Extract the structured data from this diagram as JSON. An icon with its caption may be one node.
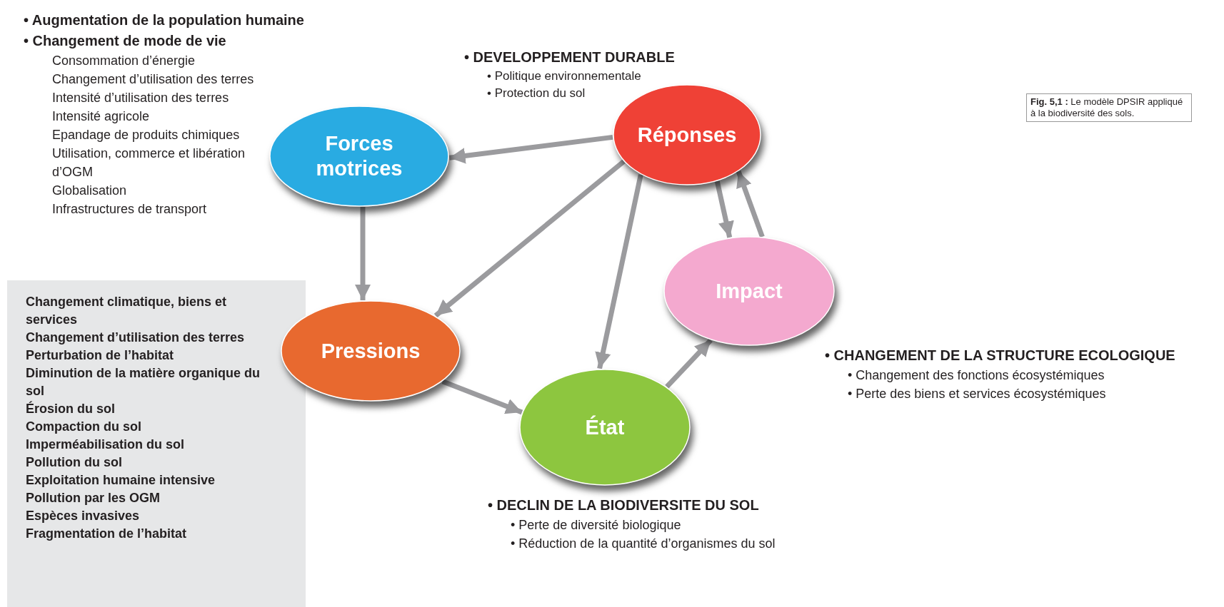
{
  "diagram": {
    "caption": "**Fig. 5,1 :** Le modèle DPSIR appliqué à la biodiversité des sols.",
    "nodes": [
      {
        "text": [
          "Forces motrices"
        ],
        "beside": [
          "• Augmentation de la population humaine",
          "• Changement de mode de vie",
          "Consommation d’énergie",
          "Changement d’utilisation des terres",
          "Intensité d’utilisation des terres",
          "Intensité agricole",
          "Epandage de produits chimiques",
          "Utilisation, commerce et libération d’OGM",
          "Globalisation",
          "Infrastructures de transport"
        ]
      },
      {
        "text": [
          "Réponses"
        ],
        "beside": [
          "• DEVELOPPEMENT DURABLE",
          "• Politique environnementale",
          "• Protection du sol"
        ]
      },
      {
        "text": [
          "Impact"
        ],
        "beside": [
          "• CHANGEMENT DE LA STRUCTURE ECOLOGIQUE",
          "• Changement des fonctions écosystémiques",
          "• Perte des biens et services écosystémiques"
        ]
      },
      {
        "text": [
          "Changement climatique, biens et services",
          "Changement d’utilisation des terres",
          "Perturbation de l’habitat",
          "Diminution de la matière organique du sol",
          "Érosion du sol",
          "Compaction du sol",
          "Imperméabilisation du sol",
          "Pollution du sol",
          "Exploitation humaine intensive",
          "Pollution par les OGM",
          "Espèces invasives",
          "Fragmentation de l’habitat"
        ]
      },
      {
        "text": [
          "Pressions"
        ]
      },
      {
        "text": [
          "État"
        ],
        "beside": [
          "• DECLIN DE LA BIODIVERSITE DU SOL",
          "• Perte de diversité biologique",
          "• Réduction de la quantité d’organismes du sol"
        ]
      }
    ],
    "edges": [
      {
        "from": 1,
        "to": 0,
        "arrow": "to"
      },
      {
        "from": 0,
        "to": 4,
        "arrow": "to"
      },
      {
        "from": 1,
        "to": 4,
        "arrow": "to"
      },
      {
        "from": 1,
        "to": 5,
        "arrow": "to"
      },
      {
        "from": 1,
        "to": 2,
        "arrow": "to"
      },
      {
        "from": 2,
        "to": 1,
        "arrow": "to"
      },
      {
        "from": 4,
        "to": 5,
        "arrow": "to"
      },
      {
        "from": 5,
        "to": 2,
        "arrow": "to"
      }
    ]
  }
}
